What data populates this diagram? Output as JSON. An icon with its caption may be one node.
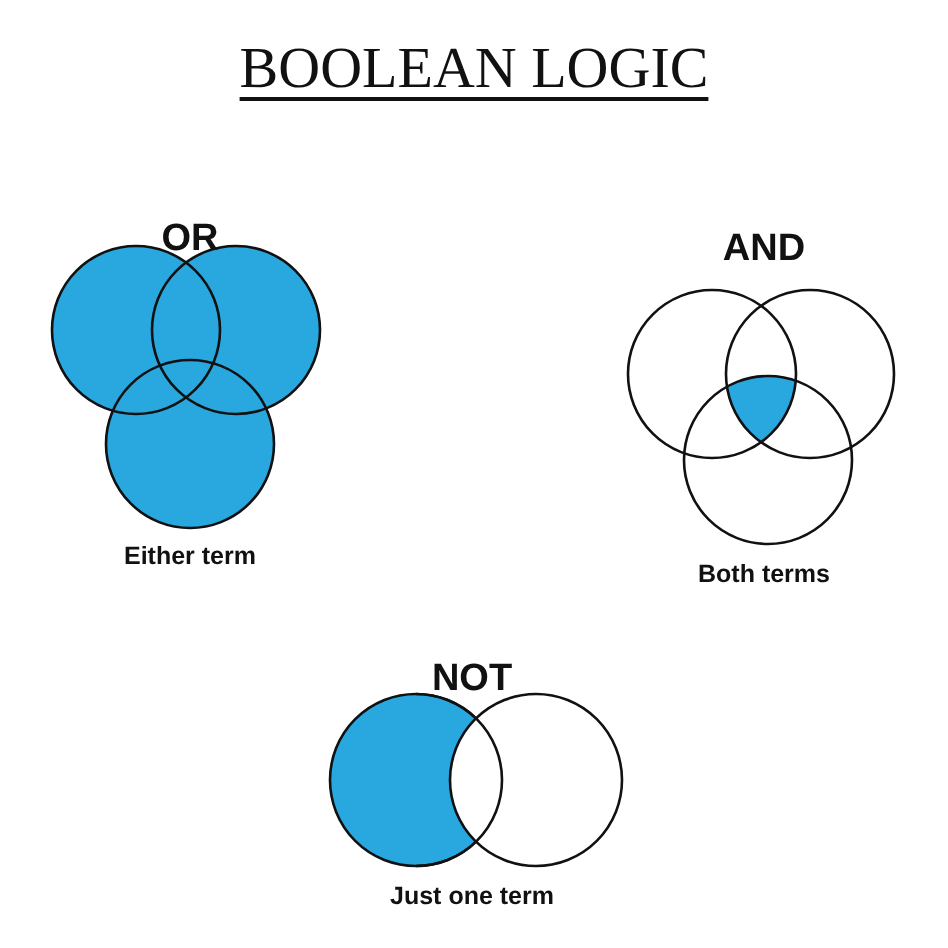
{
  "diagram": {
    "title": "BOOLEAN LOGIC",
    "labels": [
      "OR",
      "AND",
      "Either term",
      "Both terms",
      "NOT",
      "Just one term"
    ]
  }
}
